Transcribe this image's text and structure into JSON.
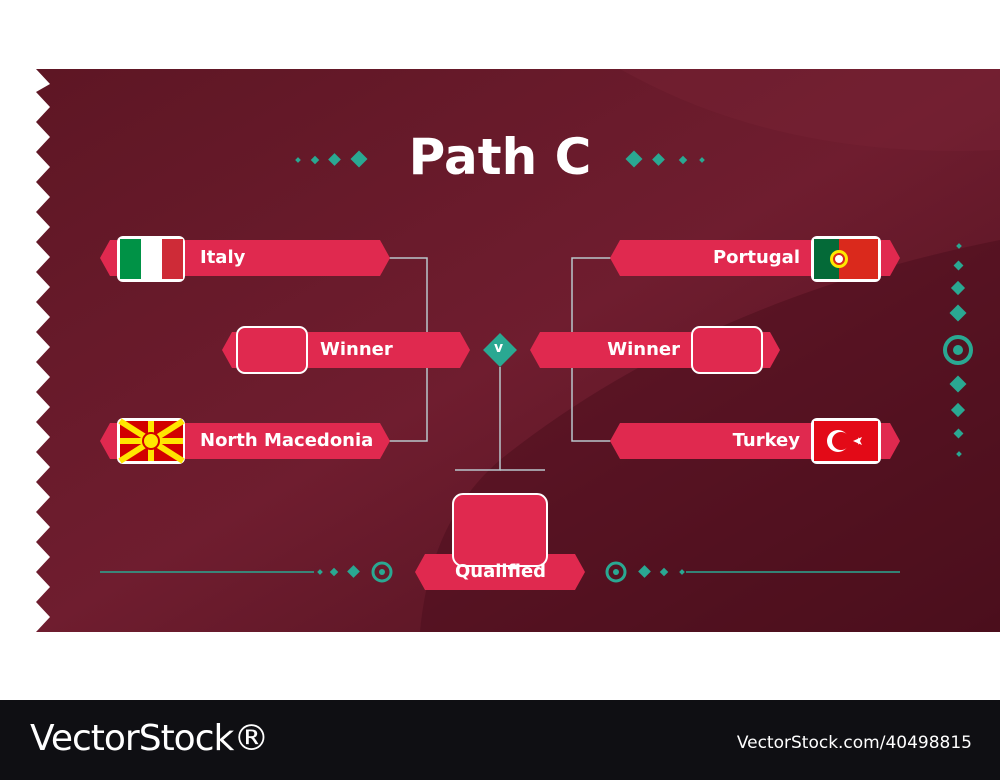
{
  "title": "Path C",
  "bracket": {
    "left_top_team": "Italy",
    "left_bottom_team": "North Macedonia",
    "right_top_team": "Portugal",
    "right_bottom_team": "Turkey",
    "left_winner": "Winner",
    "right_winner": "Winner",
    "versus": "v",
    "final": "Qualified"
  },
  "watermark": {
    "brand": "VectorStock®",
    "id": "VectorStock.com/40498815"
  },
  "colors": {
    "background": "#6b1a2c",
    "pill": "#e0294f",
    "accent": "#2aa892",
    "line": "#b9c6cc"
  }
}
